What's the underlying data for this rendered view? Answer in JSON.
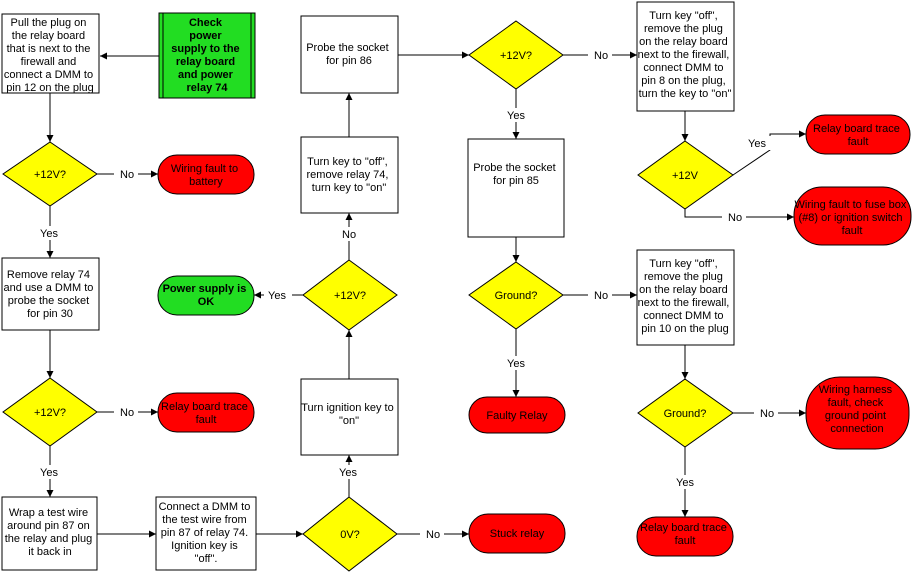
{
  "colors": {
    "start": "#22dd22",
    "decision": "#ffff00",
    "fault": "#ff0000",
    "ok": "#22dd22",
    "process": "#ffffff"
  },
  "nodes": {
    "start": [
      "Check",
      "power",
      "supply to the",
      "relay board",
      "and power",
      "relay 74"
    ],
    "pull_plug": [
      "Pull the plug on",
      "the relay board",
      "that is next to the",
      "firewall and",
      "connect a DMM to",
      "pin 12 on the plug"
    ],
    "d1": "+12V?",
    "wiring_battery": [
      "Wiring fault to",
      "battery"
    ],
    "remove74": [
      "Remove relay 74",
      "and use a DMM to",
      "probe the socket",
      "for pin 30"
    ],
    "d2": "+12V?",
    "relay_trace_1": [
      "Relay board trace",
      "fault"
    ],
    "wrap": [
      "Wrap a test wire",
      "around pin 87 on",
      "the relay and plug",
      "it back in"
    ],
    "connect87": [
      "Connect a DMM to",
      "the test wire from",
      "pin 87 of relay 74.",
      "Ignition key is",
      "\"off\"."
    ],
    "d0v": "0V?",
    "stuck": "Stuck relay",
    "turn_ign": [
      "Turn ignition key to",
      "\"on\""
    ],
    "d3": "+12V?",
    "power_ok": [
      "Power supply is",
      "OK"
    ],
    "turn_off_remove": [
      "Turn key to \"off\",",
      "remove relay 74,",
      "turn key to \"on\""
    ],
    "probe86": [
      "Probe the socket",
      "for pin 86"
    ],
    "d4": "+12V?",
    "probe85": [
      "Probe the socket",
      "for pin 85"
    ],
    "dground1": "Ground?",
    "faulty": "Faulty Relay",
    "pin8": [
      "Turn key \"off\",",
      "remove the plug",
      "on the relay board",
      "next to the firewall,",
      "connect DMM to",
      "pin 8 on the plug,",
      "turn the key to \"on\""
    ],
    "d12v": "+12V",
    "relay_trace_2": [
      "Relay board trace",
      "fault"
    ],
    "fuse": [
      "Wiring fault to fuse box",
      "(#8) or ignition switch",
      "fault"
    ],
    "pin10": [
      "Turn key \"off\",",
      "remove the plug",
      "on the relay board",
      "next to the firewall,",
      "connect DMM to",
      "pin 10 on the plug"
    ],
    "dground2": "Ground?",
    "harness": [
      "Wiring harness",
      "fault, check",
      "ground point",
      "connection"
    ],
    "relay_trace_3": [
      "Relay board trace",
      "fault"
    ]
  },
  "edge_labels": {
    "d1_no": "No",
    "d1_yes": "Yes",
    "d2_no": "No",
    "d2_yes": "Yes",
    "d0v_no": "No",
    "d0v_yes": "Yes",
    "d3_yes": "Yes",
    "d3_no": "No",
    "d4_no": "No",
    "d4_yes": "Yes",
    "dground1_no": "No",
    "dground1_yes": "Yes",
    "d12v_yes": "Yes",
    "d12v_no": "No",
    "dground2_no": "No",
    "dground2_yes": "Yes"
  }
}
